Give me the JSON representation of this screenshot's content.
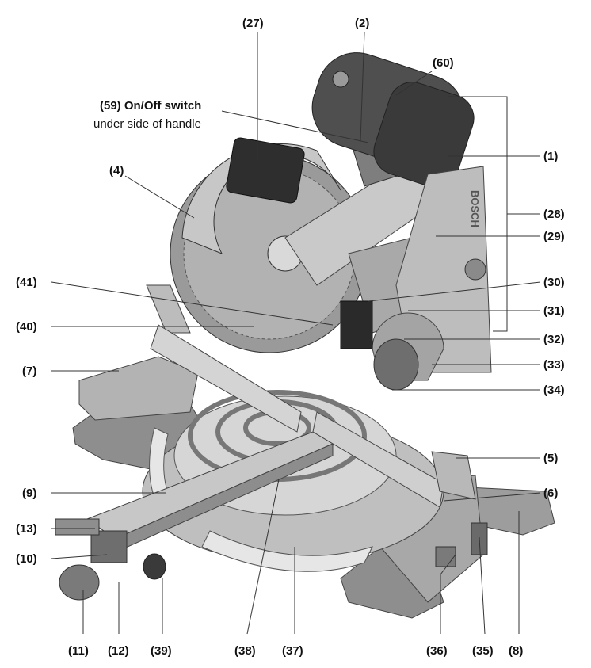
{
  "labels": {
    "p27": "(27)",
    "p2": "(2)",
    "p60": "(60)",
    "p59_title": "(59) On/Off switch",
    "p59_sub": "under side of handle",
    "p1": "(1)",
    "p4": "(4)",
    "p28": "(28)",
    "p29": "(29)",
    "p41": "(41)",
    "p30": "(30)",
    "p31": "(31)",
    "p40": "(40)",
    "p32": "(32)",
    "p7": "(7)",
    "p33": "(33)",
    "p34": "(34)",
    "p5": "(5)",
    "p9": "(9)",
    "p6": "(6)",
    "p13": "(13)",
    "p8": "(8)",
    "p10": "(10)",
    "p11": "(11)",
    "p12": "(12)",
    "p39": "(39)",
    "p38": "(38)",
    "p37": "(37)",
    "p36": "(36)",
    "p35": "(35)"
  },
  "brand_text": "BOSCH",
  "colors": {
    "body_light": "#bdbdbd",
    "body_mid": "#9a9a9a",
    "body_dark": "#5e5e5e",
    "rubber": "#2b2b2b",
    "blade": "#8a8a8a",
    "text": "#111111"
  }
}
